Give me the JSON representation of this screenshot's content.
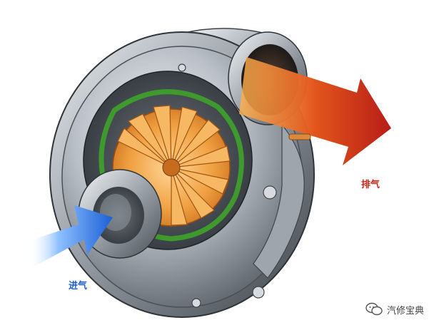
{
  "labels": {
    "intake": "进气",
    "exhaust": "排气"
  },
  "watermark": {
    "text": "汽修宝典",
    "icon": "wechat-icon"
  },
  "colors": {
    "intake_arrow": "#1a5fd6",
    "exhaust_arrow": "#c8261a",
    "impeller": "#f0a040",
    "gasket": "#3f9a2e",
    "housing": "#b9bfc7"
  }
}
